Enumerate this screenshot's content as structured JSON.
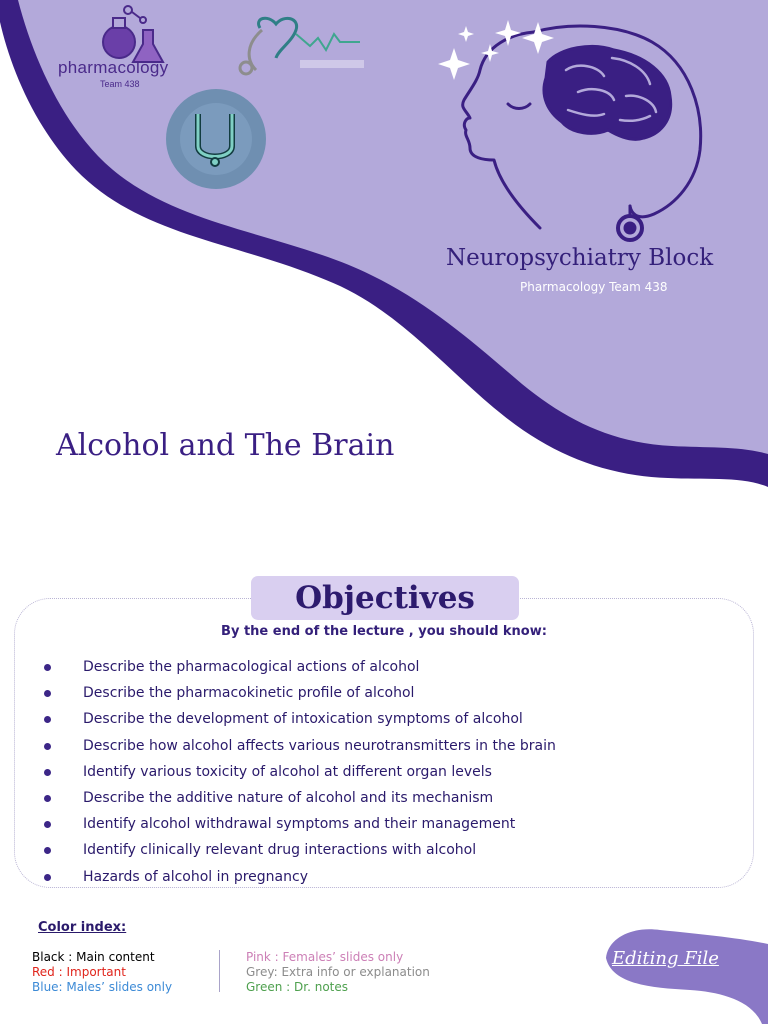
{
  "logos": {
    "pharmacology_name": "pharmacology",
    "pharmacology_team": "Team 438"
  },
  "header": {
    "block_title": "Neuropsychiatry Block",
    "block_subtitle": "Pharmacology Team 438"
  },
  "lecture_title": "Alcohol and The Brain",
  "objectives": {
    "heading": "Objectives",
    "intro": "By the end of the lecture , you should know:",
    "items": [
      "Describe the pharmacological actions of alcohol",
      "Describe the pharmacokinetic profile of alcohol",
      "Describe the development of intoxication symptoms of alcohol",
      "Describe how alcohol affects various neurotransmitters in the brain",
      "Identify various toxicity of alcohol at different organ levels",
      "Describe the additive nature of alcohol and its mechanism",
      "Identify alcohol withdrawal symptoms and their management",
      "Identify clinically relevant drug interactions with alcohol",
      "Hazards of alcohol in pregnancy"
    ]
  },
  "color_index": {
    "title": "Color index:",
    "black": "Black : Main content",
    "red": "Red : Important",
    "blue": "Blue: Males’ slides only",
    "pink": "Pink : Females’ slides only",
    "grey": "Grey: Extra info or explanation",
    "green": "Green : Dr. notes"
  },
  "editing_file_label": "Editing File",
  "colors": {
    "lavender": "#b3a9da",
    "dark_purple": "#3a1f83",
    "light_purple_label": "#d9cff0",
    "edit_button": "#8a78c6"
  }
}
